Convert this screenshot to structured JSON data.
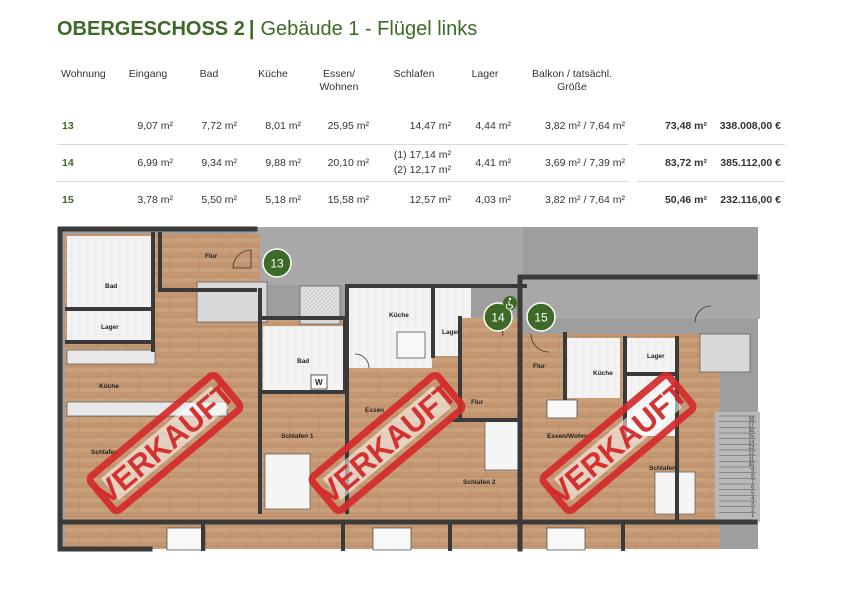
{
  "title": {
    "floor": "OBERGESCHOSS 2",
    "separator": "|",
    "building": "Gebäude 1 - Flügel links"
  },
  "table": {
    "headers": {
      "wohnung": "Wohnung",
      "eingang": "Eingang",
      "bad": "Bad",
      "kueche": "Küche",
      "essen": "Essen/\nWohnen",
      "schlafen": "Schlafen",
      "lager": "Lager",
      "balkon": "Balkon / tatsächl.\nGröße"
    },
    "rows": [
      {
        "wohnung": "13",
        "eingang": "9,07 m²",
        "bad": "7,72 m²",
        "kueche": "8,01 m²",
        "essen": "25,95 m²",
        "schlafen": [
          "14,47 m²"
        ],
        "lager": "4,44 m²",
        "balkon": "3,82 m² / 7,64 m²",
        "gesamt": "73,48 m²",
        "preis": "338.008,00 €"
      },
      {
        "wohnung": "14",
        "eingang": "6,99 m²",
        "bad": "9,34 m²",
        "kueche": "9,88 m²",
        "essen": "20,10 m²",
        "schlafen": [
          "(1) 17,14 m²",
          "(2) 12,17 m²"
        ],
        "lager": "4,41 m²",
        "balkon": "3,69 m² / 7,39 m²",
        "gesamt": "83,72 m²",
        "preis": "385.112,00 €"
      },
      {
        "wohnung": "15",
        "eingang": "3,78 m²",
        "bad": "5,50 m²",
        "kueche": "5,18 m²",
        "essen": "15,58 m²",
        "schlafen": [
          "12,57 m²"
        ],
        "lager": "4,03 m²",
        "balkon": "3,82 m² / 7,64 m²",
        "gesamt": "50,46 m²",
        "preis": "232.116,00 €"
      }
    ]
  },
  "plan": {
    "markers": [
      "13",
      "14",
      "15"
    ],
    "stamp_text": "VERKAUFT",
    "room_labels": {
      "flur": "Flur",
      "bad": "Bad",
      "lager": "Lager",
      "kueche": "Küche",
      "schlafen": "Schlafen",
      "schlafen1": "Schlafen 1",
      "schlafen2": "Schlafen 2",
      "essen": "Essen",
      "essen_wohnen": "Essen/Wohnen",
      "w": "W"
    },
    "stair_numbers": [
      "18",
      "17",
      "16",
      "15",
      "14",
      "13",
      "12",
      "11",
      "10",
      "9",
      "8",
      "7",
      "6",
      "5",
      "4",
      "3",
      "2",
      "1"
    ],
    "colors": {
      "green": "#3d6b27",
      "stamp_red": "#d42a2a",
      "wood": "#c9a07a",
      "corridor": "#a8a8a8",
      "wall": "#3a3a3a",
      "tile": "#f2f2f2"
    },
    "icons": [
      "wheelchair-icon"
    ]
  }
}
